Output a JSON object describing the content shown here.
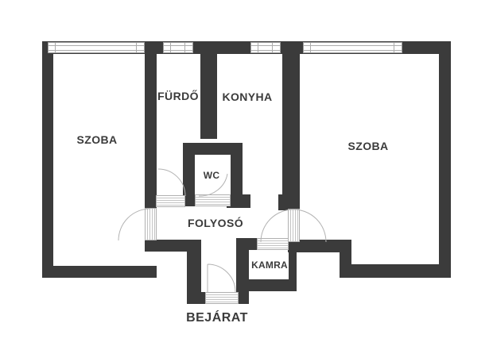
{
  "plan_title": "apartment-floor-plan",
  "colors": {
    "wall": "#3b3b3b",
    "text": "#3b3b3b",
    "door_line": "#b3b3b3",
    "background": "#ffffff"
  },
  "rooms": [
    {
      "id": "szoba-left",
      "label": "SZOBA"
    },
    {
      "id": "furdo",
      "label": "FÜRDŐ"
    },
    {
      "id": "konyha",
      "label": "KONYHA"
    },
    {
      "id": "szoba-right",
      "label": "SZOBA"
    },
    {
      "id": "wc",
      "label": "WC"
    },
    {
      "id": "folyoso",
      "label": "FOLYOSÓ"
    },
    {
      "id": "kamra",
      "label": "KAMRA"
    },
    {
      "id": "bejarat",
      "label": "BEJÁRAT"
    }
  ]
}
